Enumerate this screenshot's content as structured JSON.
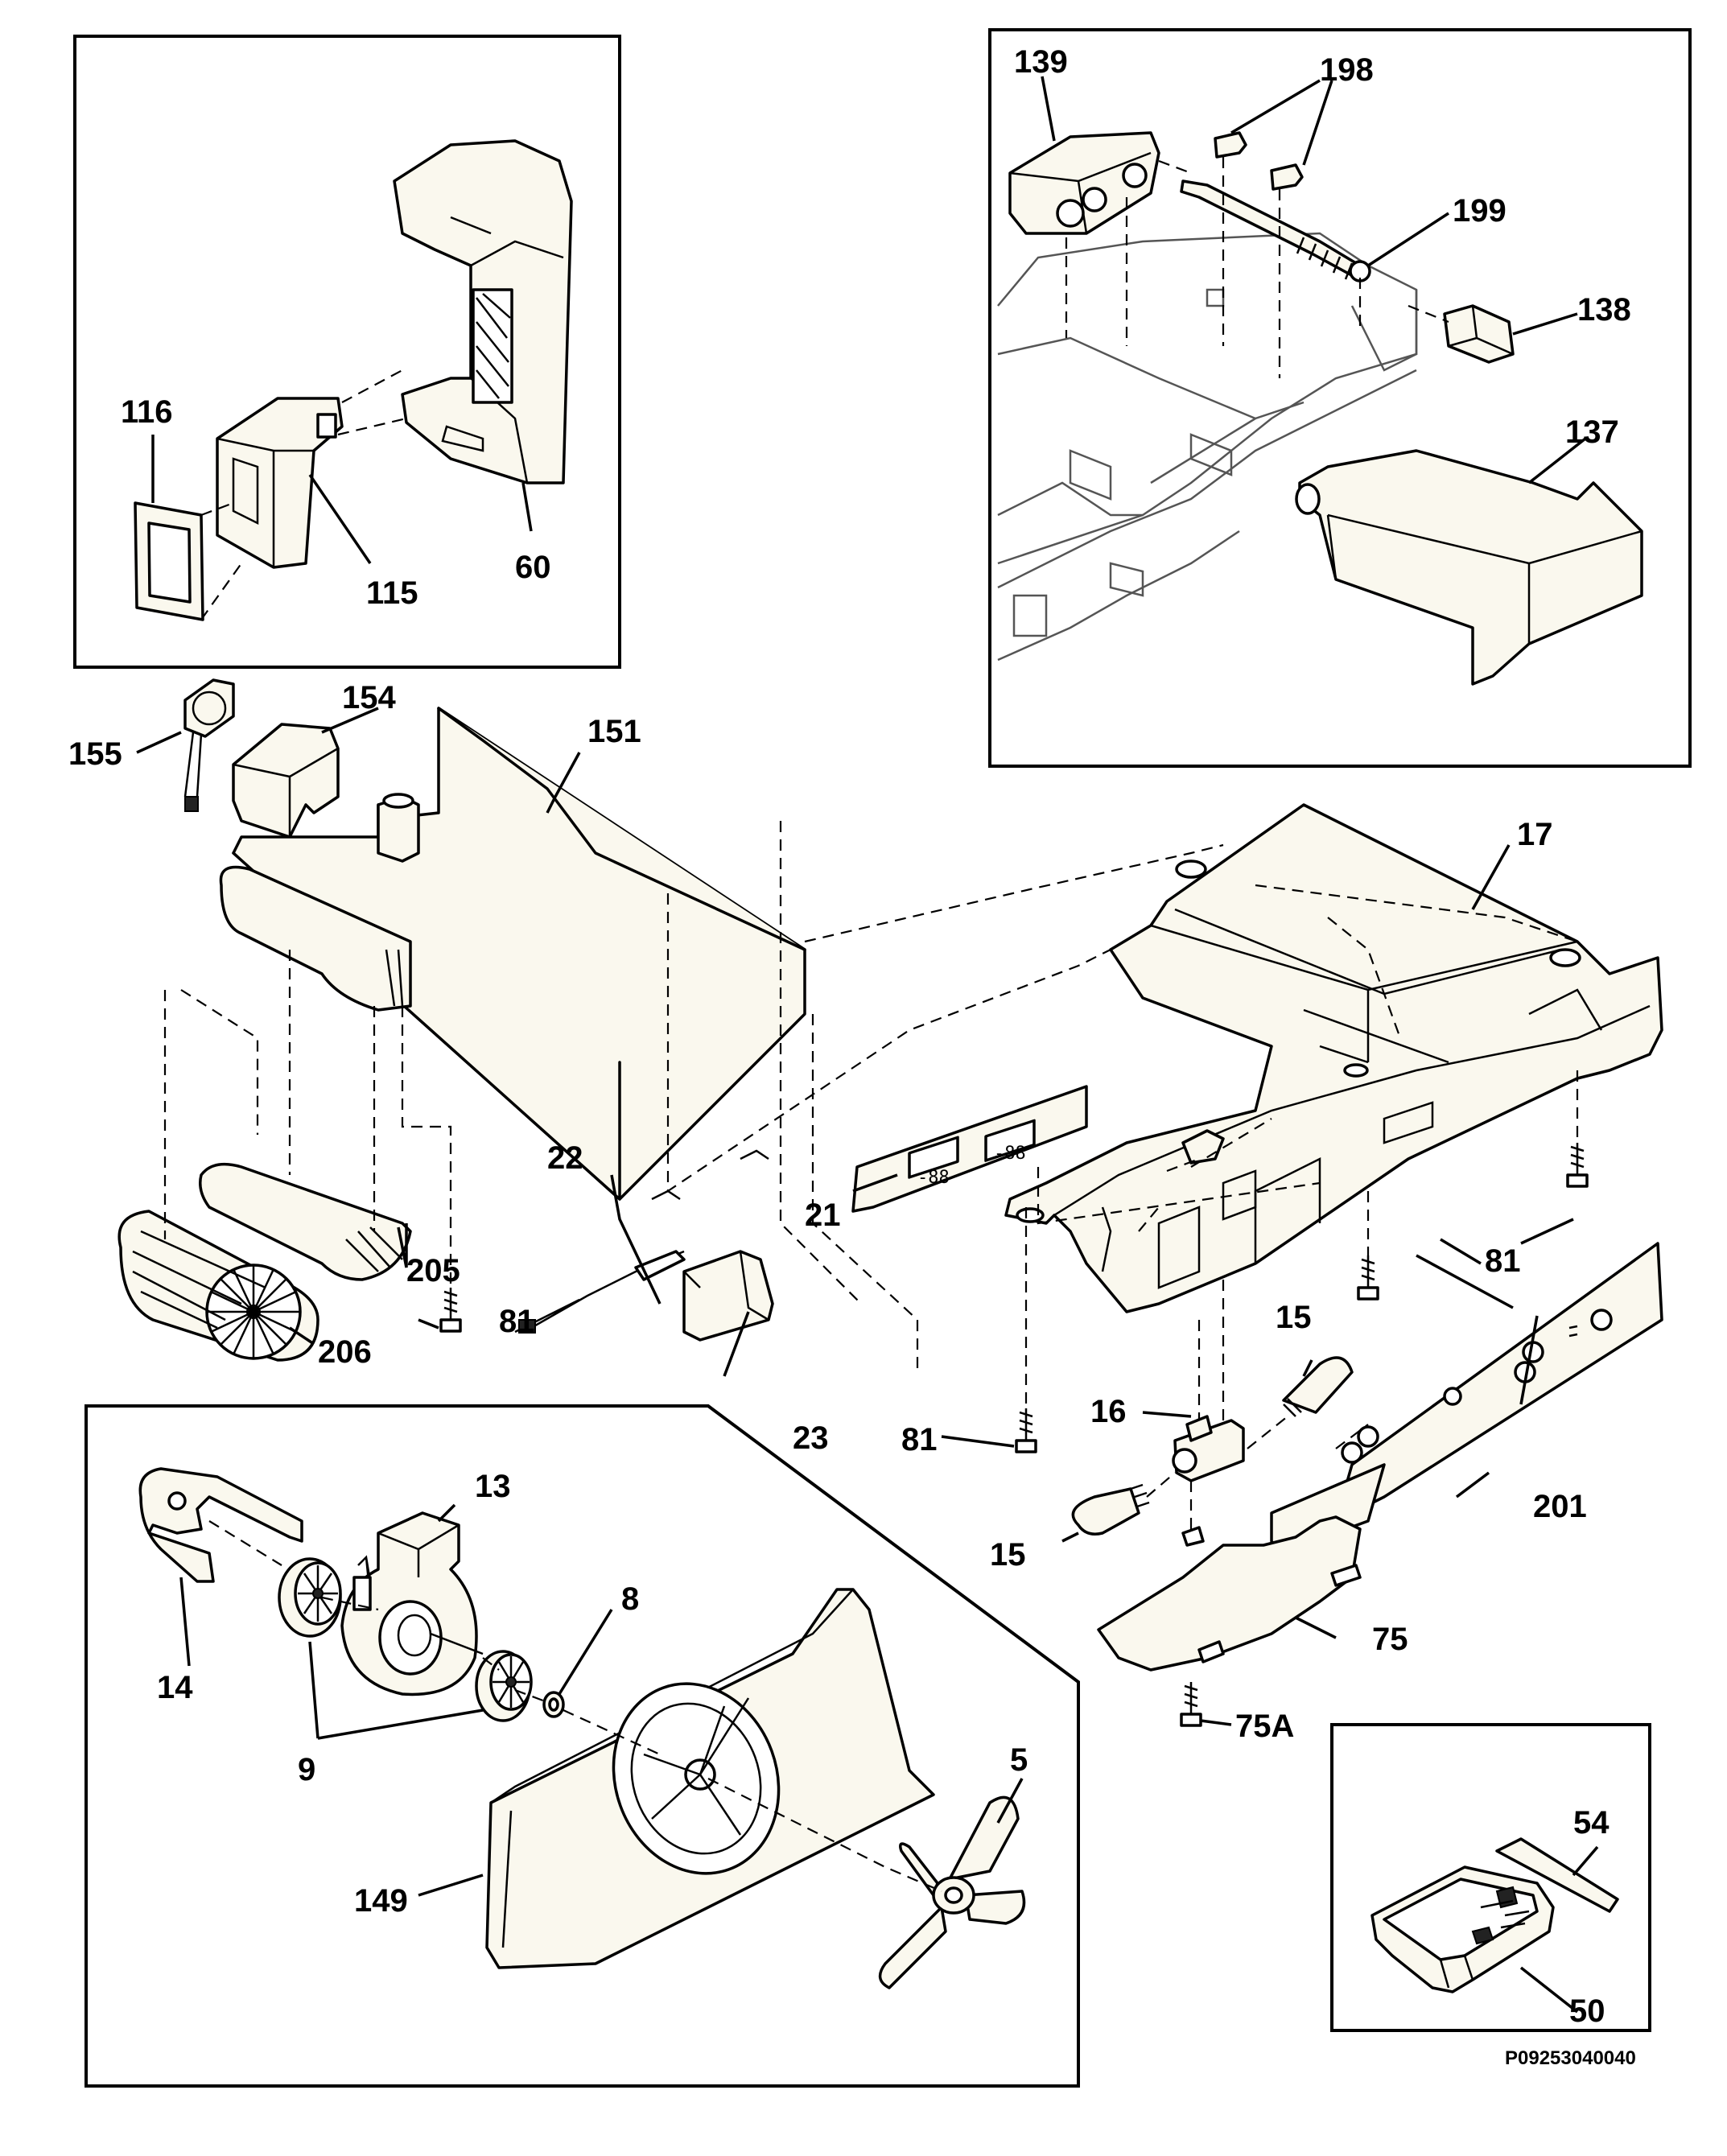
{
  "callouts": {
    "c5": "5",
    "c8": "8",
    "c9": "9",
    "c13": "13",
    "c14": "14",
    "c15a": "15",
    "c15b": "15",
    "c16": "16",
    "c17": "17",
    "c21": "21",
    "c22": "22",
    "c23": "23",
    "c50": "50",
    "c54": "54",
    "c60": "60",
    "c75": "75",
    "c75A": "75A",
    "c81a": "81",
    "c81b": "81",
    "c81c": "81",
    "c115": "115",
    "c116": "116",
    "c137": "137",
    "c138": "138",
    "c139": "139",
    "c149": "149",
    "c151": "151",
    "c154": "154",
    "c155": "155",
    "c198": "198",
    "c199": "199",
    "c201": "201",
    "c205": "205",
    "c206": "206"
  },
  "drawing_code": "P09253040040",
  "display_readout": "-88"
}
